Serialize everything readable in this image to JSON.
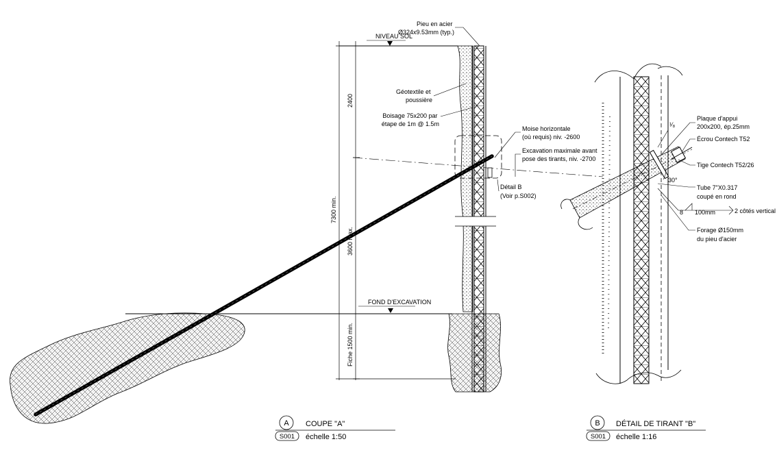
{
  "section_a": {
    "labels": {
      "pile": [
        "Pieu en acier",
        "Ø324x9.53mm (typ.)"
      ],
      "ground_level": "NIVEAU SOL",
      "geotextile": [
        "Géotextile et",
        "poussière"
      ],
      "lagging": [
        "Boisage 75x200 par",
        "étape de 1m @ 1.5m"
      ],
      "waler": [
        "Moise horizontale",
        "(où requis) niv. -2600"
      ],
      "max_excavation": [
        "Excavation maximale avant",
        "pose des tirants, niv. -2700"
      ],
      "detail_ref": [
        "Détail B",
        "(Voir p.S002)"
      ],
      "excavation_bottom": "FOND D'EXCAVATION"
    },
    "dimensions": {
      "d2400": "2400",
      "d7300": "7300 min.",
      "d3600": "3600 max.",
      "d1500": "Fiche 1500 min."
    },
    "title": {
      "letter": "A",
      "sheet": "S001",
      "name": "COUPE \"A\"",
      "scale": "échelle 1:50"
    }
  },
  "section_b": {
    "labels": {
      "weld_symbol": "¹⁄₈",
      "plate": [
        "Plaque d'appui",
        "200x200, ép.25mm"
      ],
      "nut": "Écrou Contech T52",
      "rod": "Tige Contech T52/26",
      "angle": "30°",
      "tube": [
        "Tube 7\"X0.317",
        "coupé en rond"
      ],
      "weld_note": [
        "8",
        "100mm",
        "2 côtés vertical"
      ],
      "bore": [
        "Forage Ø150mm",
        "du pieu d'acier"
      ]
    },
    "title": {
      "letter": "B",
      "sheet": "S001",
      "name": "DÉTAIL DE TIRANT \"B\"",
      "scale": "échelle 1:16"
    }
  }
}
